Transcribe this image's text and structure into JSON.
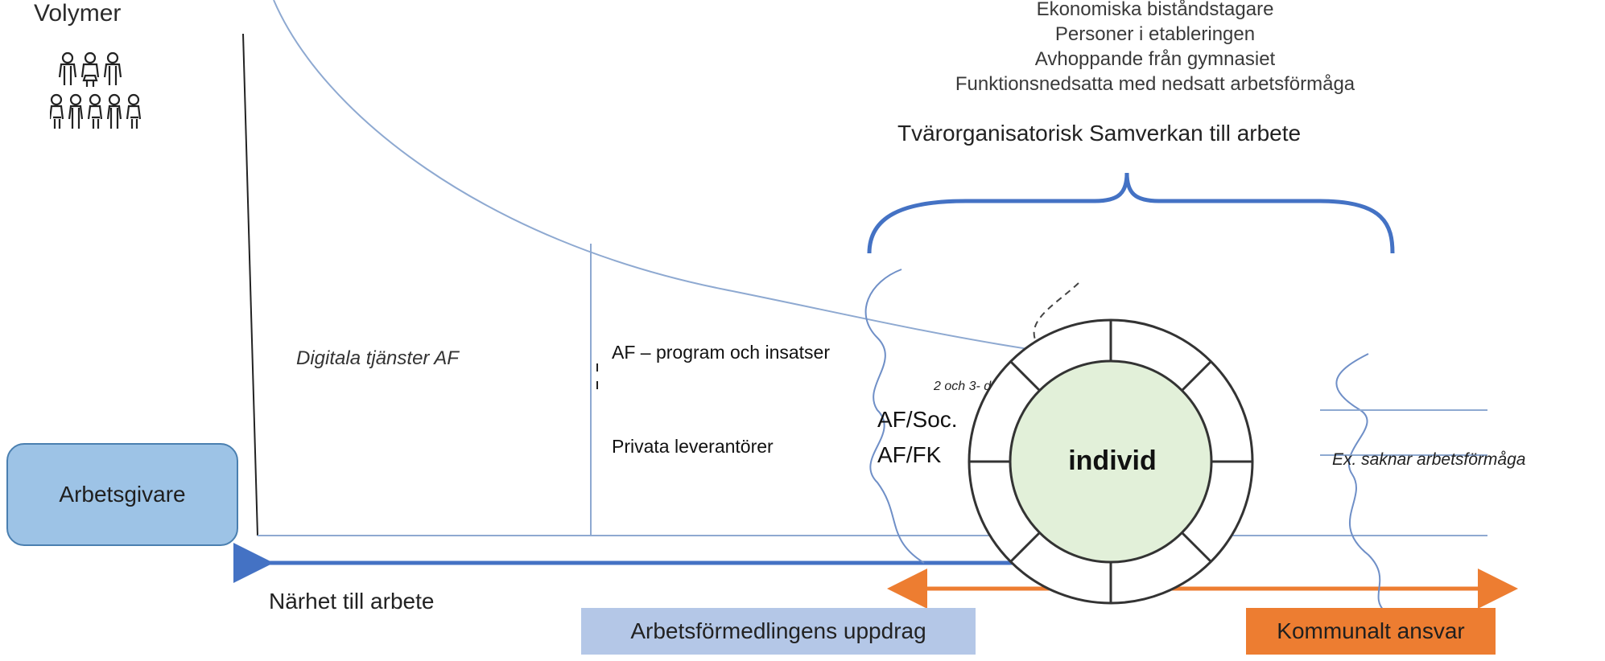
{
  "y_axis_label": "Volymer",
  "target_groups": [
    "Ekonomiska biståndstagare",
    "Personer i etableringen",
    "Avhoppande från gymnasiet",
    "Funktionsnedsatta med nedsatt arbetsförmåga"
  ],
  "cooperation_title": "Tvärorganisatorisk Samverkan till arbete",
  "employer_box": "Arbetsgivare",
  "digital_services": "Digitala tjänster AF",
  "af_programs": "AF – program och insatser",
  "private_providers": "Privata leverantörer",
  "small_italic_text": "2 och 3- d",
  "af_soc": "AF/Soc.",
  "af_fk": "AF/FK",
  "center_label": "individ",
  "example_text": "Ex. saknar arbetsförmåga",
  "x_axis_label": "Närhet till arbete",
  "af_mission": "Arbetsförmedlingens uppdrag",
  "municipal_responsibility": "Kommunalt ansvar",
  "colors": {
    "curve": "#8ea9d1",
    "axis_arrow": "#4472c4",
    "brace": "#4472c4",
    "orange_arrow": "#ed7d31",
    "circle_fill": "#e2f0d9",
    "employer_fill": "#9dc3e6",
    "af_box_fill": "#b4c7e7",
    "kommunal_fill": "#ed7d31"
  },
  "icons": [
    "people-icon-group"
  ]
}
